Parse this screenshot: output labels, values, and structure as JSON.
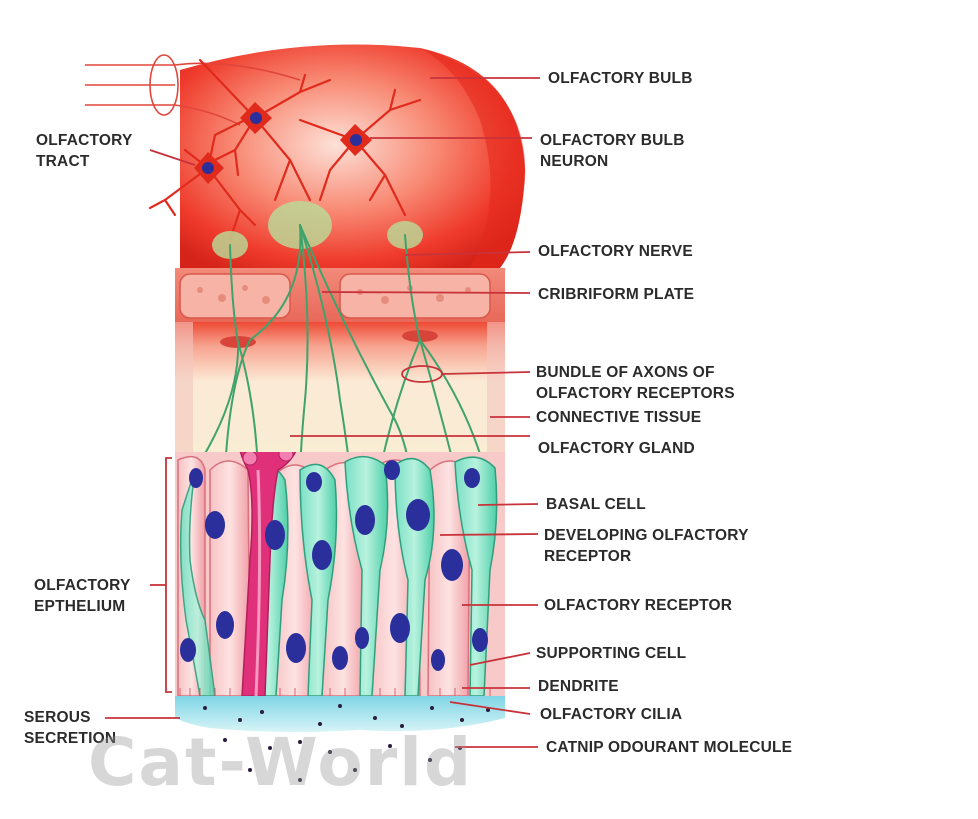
{
  "labels": {
    "olfactory_tract": [
      "OLFACTORY",
      "TRACT"
    ],
    "olfactory_bulb": "OLFACTORY BULB",
    "olfactory_bulb_neuron": [
      "OLFACTORY BULB",
      "NEURON"
    ],
    "olfactory_nerve": "OLFACTORY NERVE",
    "cribriform_plate": "CRIBRIFORM PLATE",
    "bundle_of_axons": [
      "BUNDLE OF AXONS OF",
      "OLFACTORY RECEPTORS"
    ],
    "connective_tissue": "CONNECTIVE TISSUE",
    "olfactory_gland": "OLFACTORY GLAND",
    "basal_cell": "BASAL CELL",
    "developing_receptor": [
      "DEVELOPING OLFACTORY",
      "RECEPTOR"
    ],
    "olfactory_epithelium": [
      "OLFACTORY",
      "EPTHELIUM"
    ],
    "olfactory_receptor": "OLFACTORY RECEPTOR",
    "supporting_cell": "SUPPORTING CELL",
    "dendrite": "DENDRITE",
    "serous_secretion": [
      "SEROUS",
      "SECRETION"
    ],
    "olfactory_cilia": "OLFACTORY CILIA",
    "catnip_molecule": "CATNIP ODOURANT MOLECULE"
  },
  "watermark": "Cat-World",
  "colors": {
    "leader_line": "#c8323a",
    "bulb": "#ef3b2c",
    "neuron": "#e02a1c",
    "axon": "#3fa36b",
    "supporting_cell": "#f2a7ad",
    "receptor_cell": "#5fd6b4",
    "nucleus": "#2a2f9c",
    "gland": "#e0307a",
    "mucus": "#9fe0ec"
  }
}
